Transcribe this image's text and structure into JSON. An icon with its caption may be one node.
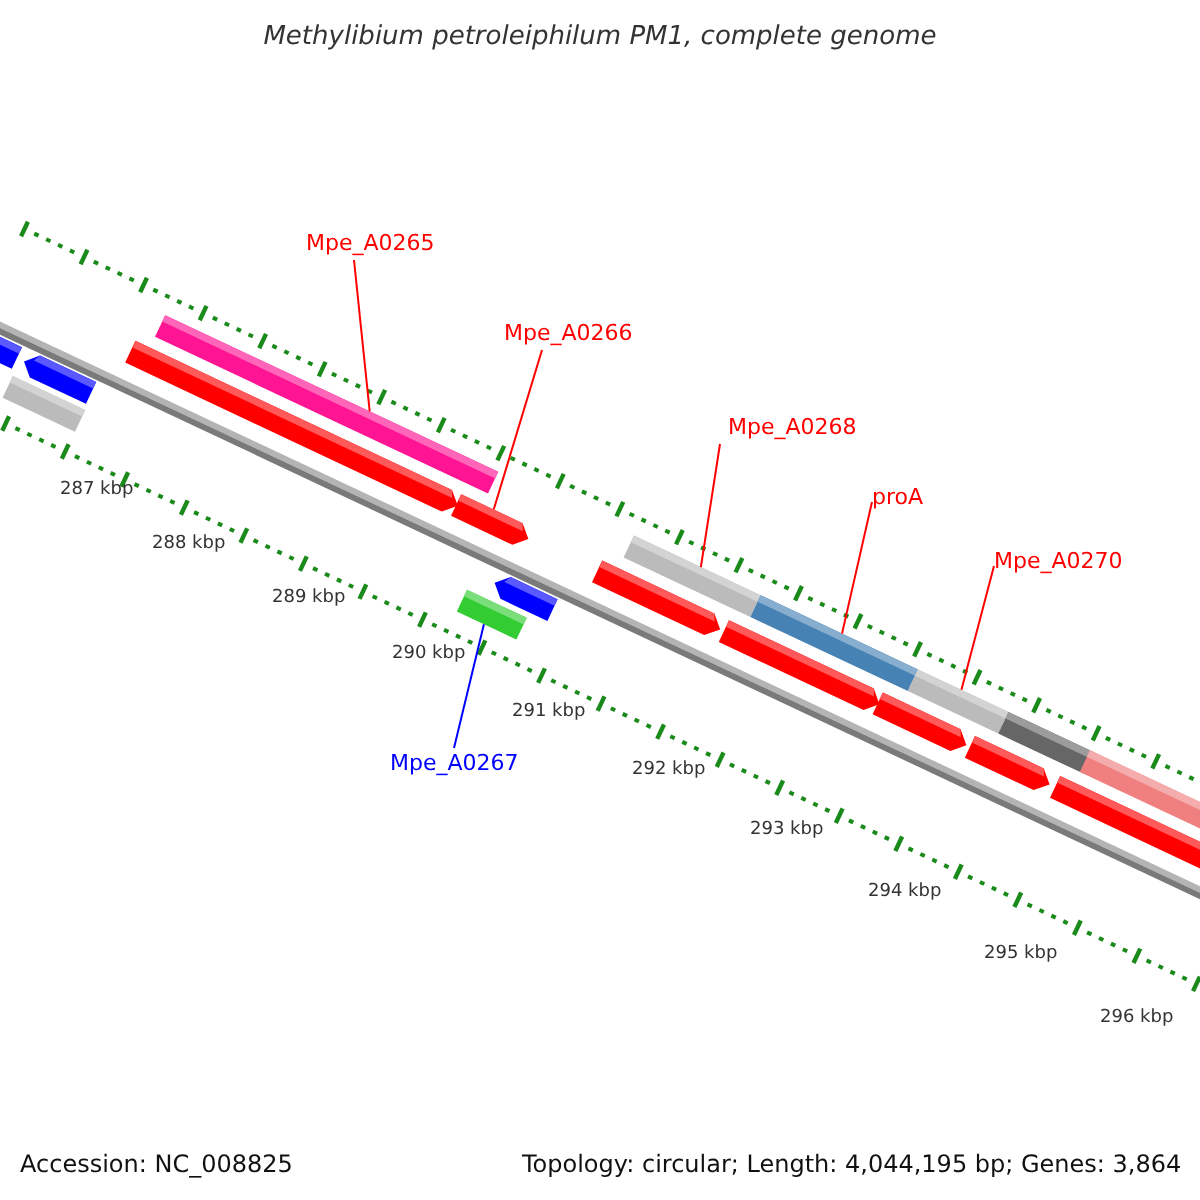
{
  "diagram": {
    "title": "Methylibium petroleiphilum PM1, complete genome",
    "nodes": [
      {
        "text": [
          "Mpe_A0265"
        ]
      },
      {
        "text": [],
        "shape": "bar"
      },
      {
        "text": [
          "Mpe_A0266"
        ]
      },
      {
        "text": [],
        "shape": "arrow"
      },
      {
        "text": [
          "Mpe_A0267"
        ]
      },
      {
        "text": [],
        "shape": "bar"
      },
      {
        "text": [
          "Mpe_A0268"
        ]
      },
      {
        "text": [],
        "shape": "bar"
      },
      {
        "text": [
          "proA"
        ]
      },
      {
        "text": [],
        "shape": "bar"
      },
      {
        "text": [
          "Mpe_A0270"
        ]
      },
      {
        "text": [],
        "shape": "bar"
      },
      {
        "text": [],
        "shape": "arrow"
      },
      {
        "text": [],
        "shape": "bar"
      },
      {
        "text": [],
        "shape": "arrow"
      },
      {
        "text": [],
        "shape": "arrow"
      },
      {
        "text": [],
        "shape": "arrow"
      },
      {
        "text": [],
        "shape": "arrow"
      },
      {
        "text": [],
        "shape": "arrow"
      },
      {
        "text": [],
        "shape": "arrow"
      },
      {
        "text": [],
        "shape": "arrow"
      },
      {
        "text": [],
        "shape": "bar"
      },
      {
        "text": [],
        "shape": "arrow"
      },
      {
        "text": [],
        "shape": "bar"
      }
    ],
    "edges": [
      {
        "from": 0,
        "to": 1,
        "arrow": "none"
      },
      {
        "from": 2,
        "to": 3,
        "arrow": "none"
      },
      {
        "from": 4,
        "to": 5,
        "arrow": "none",
        "color": "#0000ff"
      },
      {
        "from": 6,
        "to": 7,
        "arrow": "none"
      },
      {
        "from": 8,
        "to": 9,
        "arrow": "none"
      },
      {
        "from": 10,
        "to": 11,
        "arrow": "none"
      }
    ],
    "labels": [
      "287 kbp",
      "288 kbp",
      "289 kbp",
      "290 kbp",
      "291 kbp",
      "292 kbp",
      "293 kbp",
      "294 kbp",
      "295 kbp",
      "296 kbp",
      "Accession: NC_008825",
      "Topology: circular; Length: 4,044,195 bp; Genes: 3,864"
    ]
  }
}
